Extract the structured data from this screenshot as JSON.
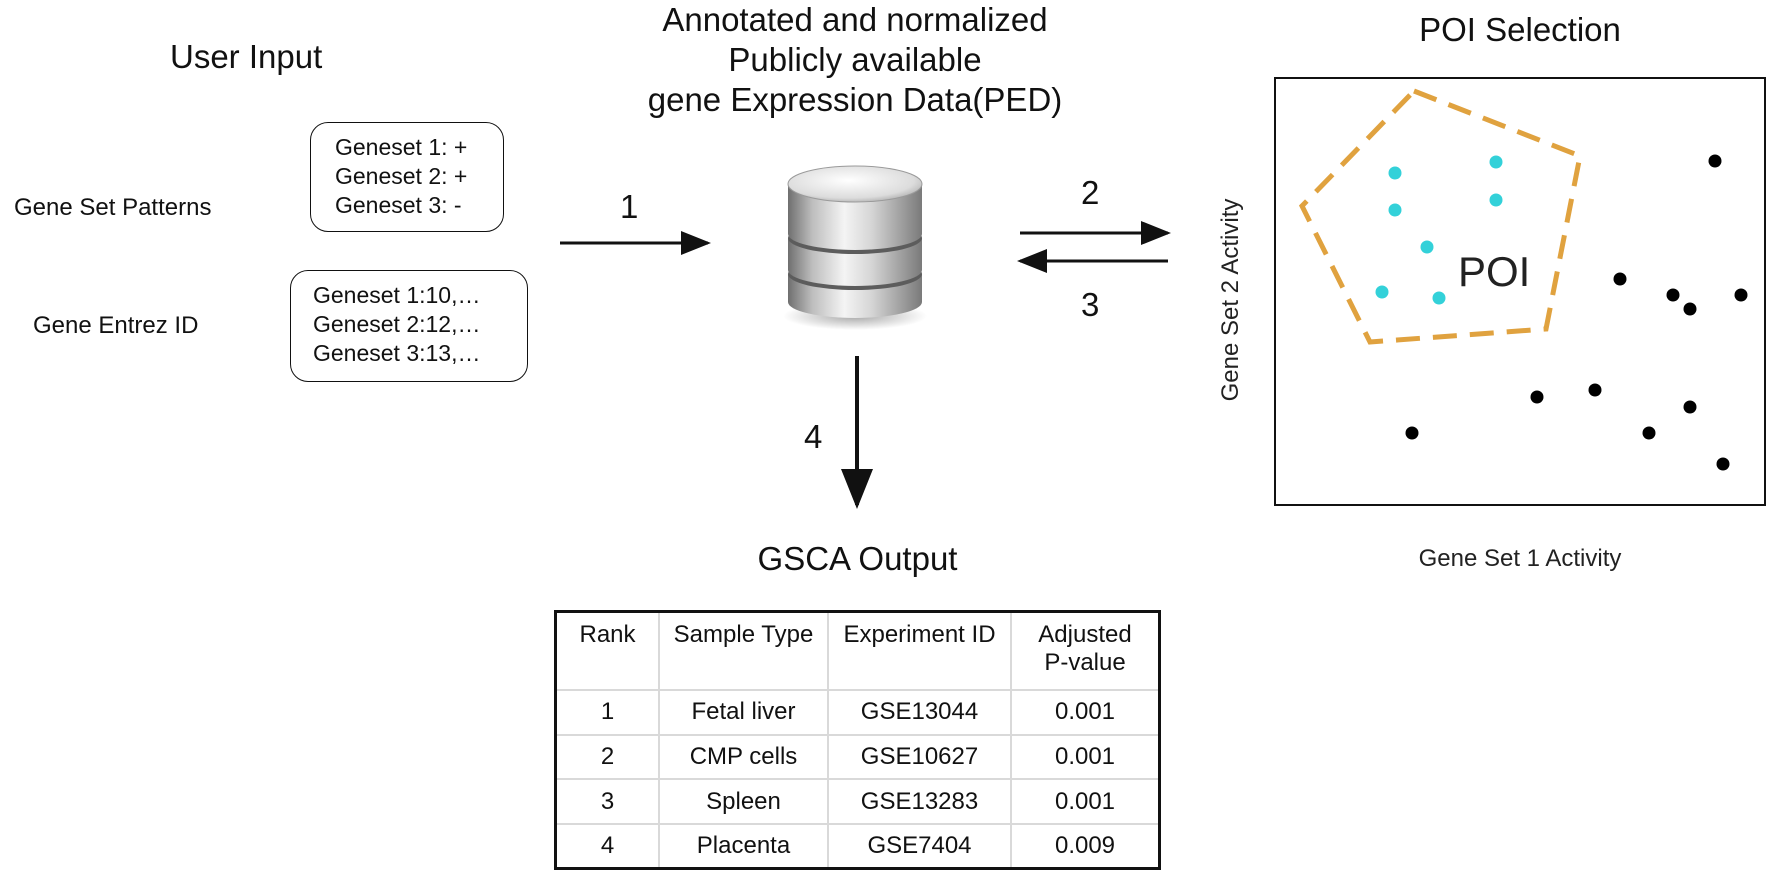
{
  "user_input": {
    "title": "User Input",
    "gene_set_patterns_label": "Gene Set Patterns",
    "gene_entrez_id_label": "Gene Entrez ID",
    "patterns": [
      "Geneset 1: +",
      "Geneset 2: +",
      "Geneset 3: -"
    ],
    "entrez_ids": [
      "Geneset 1:10,…",
      "Geneset 2:12,…",
      "Geneset 3:13,…"
    ]
  },
  "database": {
    "title_lines": [
      "Annotated and normalized",
      "Publicly available",
      "gene Expression Data(PED)"
    ],
    "icon": "database-icon"
  },
  "arrows": {
    "step1": "1",
    "step2": "2",
    "step3": "3",
    "step4": "4"
  },
  "poi": {
    "title": "POI Selection",
    "region_label": "POI",
    "x_axis_label": "Gene Set 1 Activity",
    "y_axis_label": "Gene Set 2 Activity",
    "region_color": "#e0a23f",
    "selected_point_color": "#33d1d9",
    "other_point_color": "#000000"
  },
  "output": {
    "title": "GSCA Output",
    "headers": [
      "Rank",
      "Sample Type",
      "Experiment ID",
      "Adjusted P-value"
    ],
    "header_lines": {
      "adjusted_line1": "Adjusted",
      "adjusted_line2": "P-value"
    },
    "rows": [
      {
        "rank": "1",
        "sample_type": "Fetal liver",
        "experiment_id": "GSE13044",
        "p_value": "0.001"
      },
      {
        "rank": "2",
        "sample_type": "CMP cells",
        "experiment_id": "GSE10627",
        "p_value": "0.001"
      },
      {
        "rank": "3",
        "sample_type": "Spleen",
        "experiment_id": "GSE13283",
        "p_value": "0.001"
      },
      {
        "rank": "4",
        "sample_type": "Placenta",
        "experiment_id": "GSE7404",
        "p_value": "0.009"
      }
    ]
  }
}
